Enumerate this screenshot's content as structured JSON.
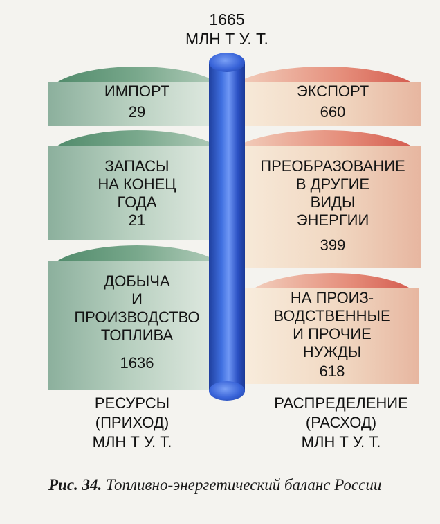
{
  "header": {
    "total": "1665",
    "unit": "МЛН Т У. Т."
  },
  "left_blocks": [
    {
      "lines": [
        "ИМПОРТ"
      ],
      "value": "29"
    },
    {
      "lines": [
        "ЗАПАСЫ",
        "НА КОНЕЦ",
        "ГОДА"
      ],
      "value": "21"
    },
    {
      "lines": [
        "ДОБЫЧА",
        "И",
        "ПРОИЗВОДСТВО",
        "ТОПЛИВА"
      ],
      "value": "1636"
    }
  ],
  "right_blocks": [
    {
      "lines": [
        "ЭКСПОРТ"
      ],
      "value": "660"
    },
    {
      "lines": [
        "ПРЕОБРАЗОВАНИЕ",
        "В ДРУГИЕ",
        "ВИДЫ",
        "ЭНЕРГИИ"
      ],
      "value": "399"
    },
    {
      "lines": [
        "НА ПРОИЗ-",
        "ВОДСТВЕННЫЕ",
        "И ПРОЧИЕ",
        "НУЖДЫ"
      ],
      "value": "618"
    }
  ],
  "footer": {
    "left": [
      "РЕСУРСЫ",
      "(ПРИХОД)",
      "МЛН Т У. Т."
    ],
    "right": [
      "РАСПРЕДЕЛЕНИЕ",
      "(РАСХОД)",
      "МЛН Т У. Т."
    ]
  },
  "caption": {
    "number": "Рис. 34.",
    "text": "Топливно-энергетический баланс России"
  },
  "colors": {
    "pole": "#3a64d6",
    "left_tank": "#7fa68f",
    "right_tank": "#e79b86"
  }
}
